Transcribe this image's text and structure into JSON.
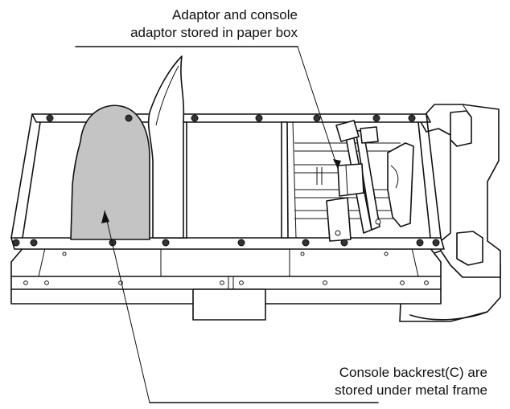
{
  "callouts": {
    "adaptor_line1": "Adaptor and console",
    "adaptor_line2": "adaptor stored in paper box",
    "backrest_line1": "Console backrest(C) are",
    "backrest_line2": "stored under metal frame"
  },
  "colors": {
    "line": "#111111",
    "backrest_fill": "#c4c4c4",
    "paper": "#ffffff"
  }
}
